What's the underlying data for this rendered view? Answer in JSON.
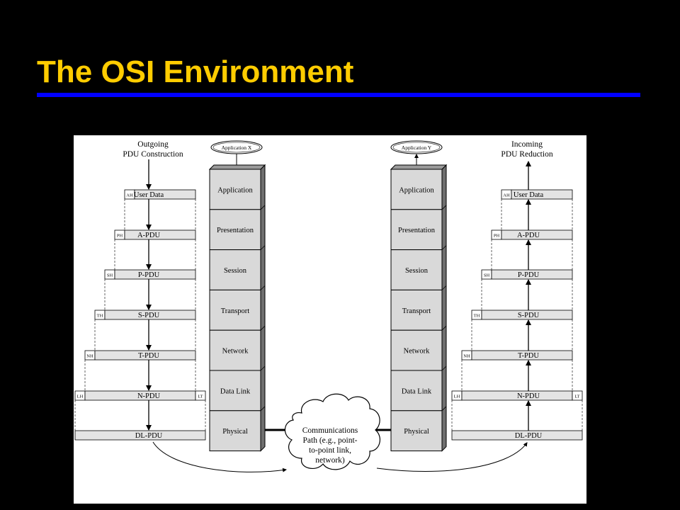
{
  "slide": {
    "title": "The OSI Environment"
  },
  "diagram": {
    "outgoing_caption": [
      "Outgoing",
      "PDU Construction"
    ],
    "incoming_caption": [
      "Incoming",
      "PDU Reduction"
    ],
    "app_x": "Application X",
    "app_y": "Application Y",
    "layers": [
      "Application",
      "Presentation",
      "Session",
      "Transport",
      "Network",
      "Data Link",
      "Physical"
    ],
    "pdu_headers": [
      "AH",
      "PH",
      "SH",
      "TH",
      "NH",
      "LH"
    ],
    "pdu_labels": [
      "User Data",
      "A-PDU",
      "P-PDU",
      "S-PDU",
      "T-PDU",
      "N-PDU",
      "DL-PDU"
    ],
    "trailer": "LT",
    "cloud_text": [
      "Communications",
      "Path (e.g., point-",
      "to-point link,",
      "network)"
    ]
  }
}
